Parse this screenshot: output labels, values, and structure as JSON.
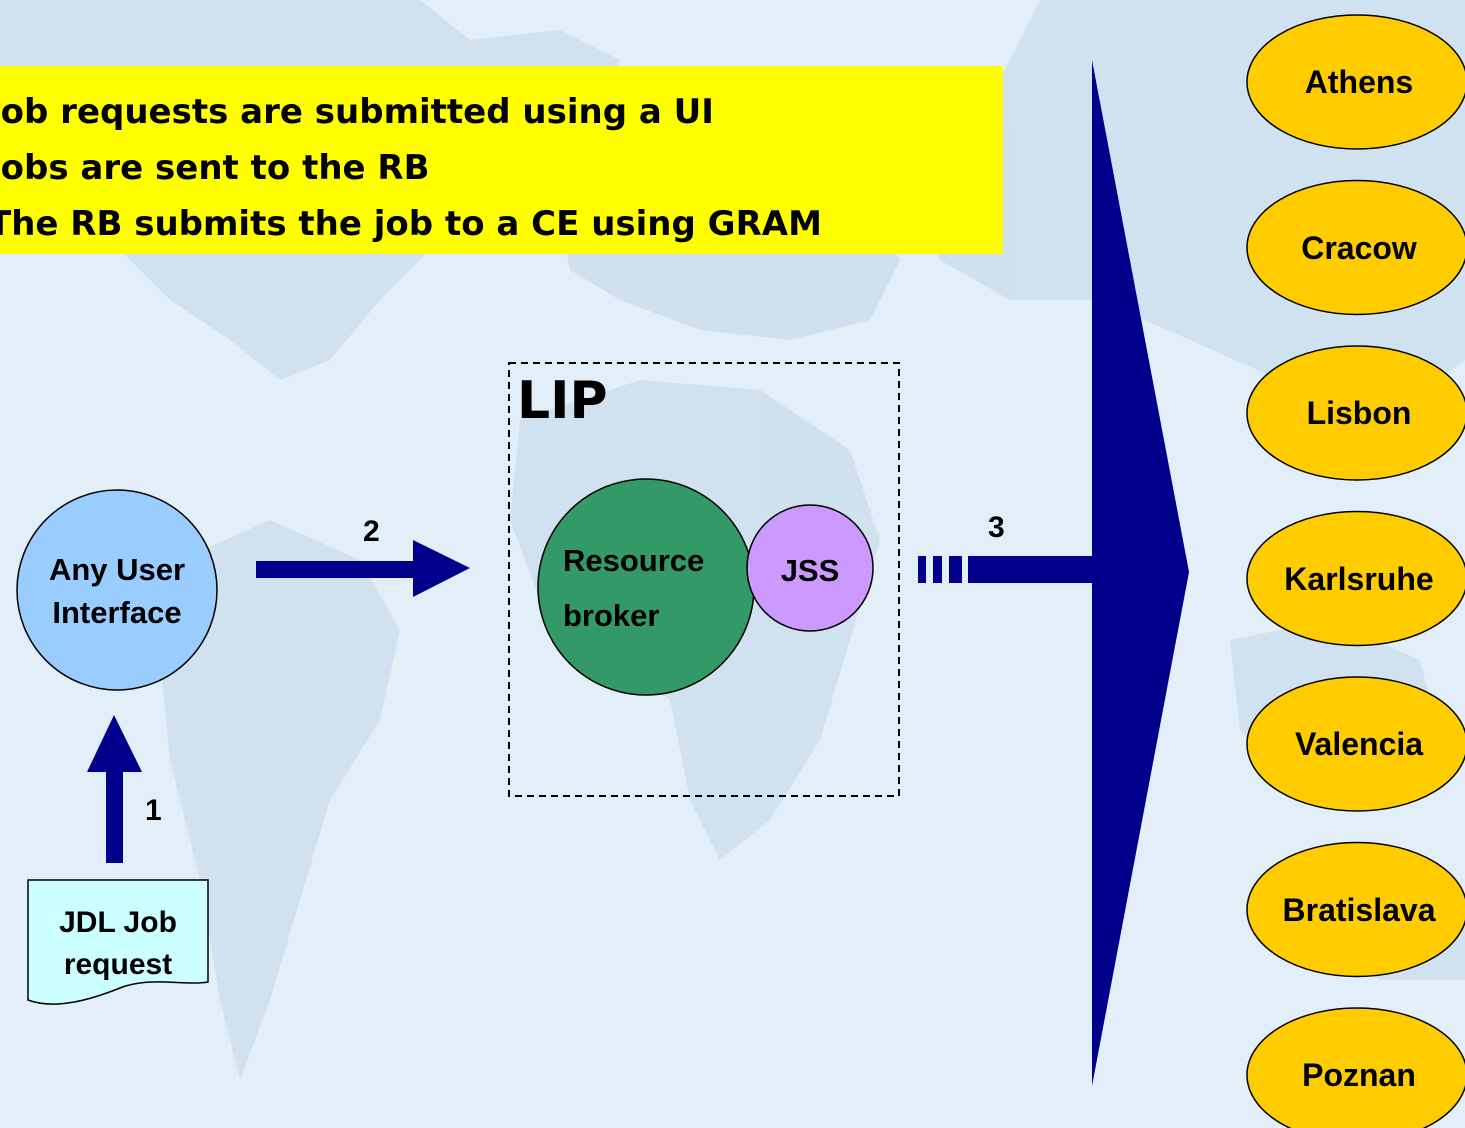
{
  "banner": {
    "lines": [
      "Job requests are submitted using a UI",
      "Jobs are sent to the RB",
      "The RB submits the job to a CE using GRAM"
    ]
  },
  "ui_node": {
    "line1": "Any User",
    "line2": "Interface"
  },
  "jdl": {
    "line1": "JDL Job",
    "line2": "request"
  },
  "lip": {
    "label": "LIP"
  },
  "resource_broker": {
    "line1": "Resource",
    "line2": "broker"
  },
  "jss": {
    "label": "JSS"
  },
  "steps": {
    "one": "1",
    "two": "2",
    "three": "3"
  },
  "sites": [
    "Athens",
    "Cracow",
    "Lisbon",
    "Karlsruhe",
    "Valencia",
    "Bratislava",
    "Poznan"
  ],
  "colors": {
    "background": "#e3eff8",
    "land": "#c9dced",
    "banner": "#ffff00",
    "arrow": "#00008b",
    "ui_fill": "#99ccff",
    "rb_fill": "#339966",
    "jss_fill": "#cc99ff",
    "site_fill": "#ffcc00",
    "doc_fill": "#ccffff"
  }
}
